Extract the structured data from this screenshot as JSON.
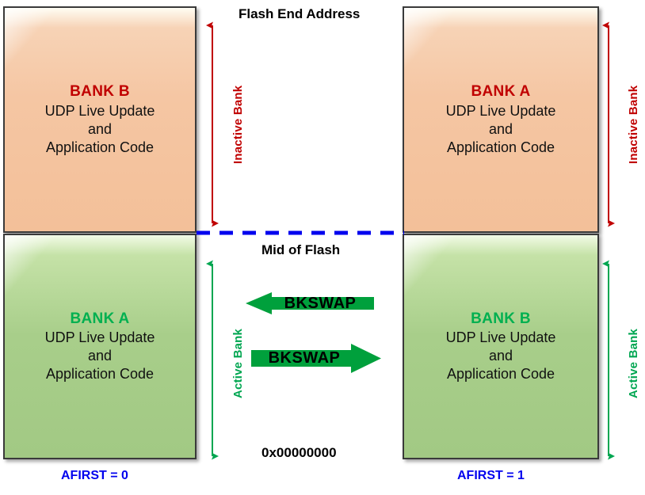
{
  "diagram": {
    "title_labels": {
      "flash_end": "Flash End Address",
      "mid_flash": "Mid of Flash",
      "base_address": "0x00000000"
    },
    "colors": {
      "inactive_fill": "#F5C6A3",
      "active_fill": "#A8CE8A",
      "inactive_accent": "#C00000",
      "active_accent": "#00B050",
      "swap_arrow": "#00A03C",
      "mid_line": "#0000EE",
      "afirst_text": "#0000EE"
    },
    "columns": [
      {
        "id": "left",
        "footer_label": "AFIRST = 0",
        "blocks": [
          {
            "id": "left-upper",
            "state": "inactive",
            "title": "BANK B",
            "lines": [
              "UDP Live Update",
              "and",
              "Application Code"
            ],
            "side_caption": "Inactive Bank"
          },
          {
            "id": "left-lower",
            "state": "active",
            "title": "BANK A",
            "lines": [
              "UDP Live Update",
              "and",
              "Application Code"
            ],
            "side_caption": "Active Bank"
          }
        ]
      },
      {
        "id": "right",
        "footer_label": "AFIRST = 1",
        "blocks": [
          {
            "id": "right-upper",
            "state": "inactive",
            "title": "BANK A",
            "lines": [
              "UDP Live Update",
              "and",
              "Application Code"
            ],
            "side_caption": "Inactive Bank"
          },
          {
            "id": "right-lower",
            "state": "active",
            "title": "BANK B",
            "lines": [
              "UDP Live Update",
              "and",
              "Application Code"
            ],
            "side_caption": "Active Bank"
          }
        ]
      }
    ],
    "swap_arrows": [
      {
        "id": "swap-left",
        "label": "BKSWAP",
        "direction": "left"
      },
      {
        "id": "swap-right",
        "label": "BKSWAP",
        "direction": "right"
      }
    ]
  }
}
